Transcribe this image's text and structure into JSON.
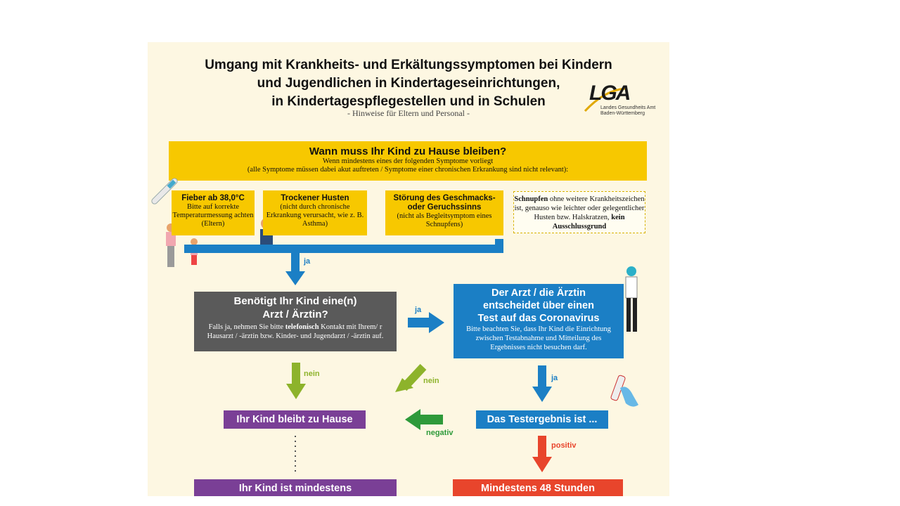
{
  "header": {
    "title_line1": "Umgang mit Krankheits- und Erkältungssymptomen bei Kindern",
    "title_line2": "und Jugendlichen in Kindertageseinrichtungen,",
    "title_line3": "in Kindertagespflegestellen und in Schulen",
    "subtitle": "- Hinweise für Eltern und Personal -"
  },
  "logo": {
    "letters": "LGA",
    "line1": "Landes Gesundheits Amt",
    "line2": "Baden-Württemberg"
  },
  "question": {
    "title": "Wann muss Ihr Kind zu Hause bleiben?",
    "line1": "Wenn mindestens eines der folgenden Symptome vorliegt",
    "line2": "(alle Symptome müssen dabei akut auftreten / Symptome einer chronischen Erkrankung sind nicht relevant):"
  },
  "symptoms": [
    {
      "head": "Fieber ab 38,0°C",
      "text": "Bitte auf korrekte Temperaturmessung achten (Eltern)"
    },
    {
      "head": "Trockener Husten",
      "text": "(nicht durch chronische Erkrankung verursacht, wie z. B. Asthma)"
    },
    {
      "head": "Störung des Geschmacks- oder Geruchssinns",
      "text": "(nicht als Begleitsymptom eines Schnupfens)"
    }
  ],
  "note": {
    "bold1": "Schnupfen",
    "text": " ohne weitere Krankheitszeichen ist, genauso wie leichter oder gelegentlicher Husten bzw. Halskratzen, ",
    "bold2": "kein Ausschlussgrund"
  },
  "doctor_question": {
    "title_line1": "Benötigt Ihr Kind eine(n)",
    "title_line2": "Arzt / Ärztin?",
    "text_before": "Falls ja, nehmen Sie bitte ",
    "text_bold": "telefonisch",
    "text_after": " Kontakt mit Ihrem/ r Hausarzt / -ärztin bzw. Kinder- und Jugendarzt / -ärztin auf."
  },
  "doctor_decides": {
    "title_line1": "Der Arzt / die Ärztin",
    "title_line2": "entscheidet über einen",
    "title_line3": "Test auf das Coronavirus",
    "text": "Bitte beachten Sie, dass Ihr Kind die Einrichtung zwischen Testabnahme und Mitteilung des Ergebnisses nicht besuchen darf."
  },
  "outcomes": {
    "stay_home": "Ihr Kind bleibt zu Hause",
    "test_result": "Das Testergebnis ist ...",
    "at_least": "Ihr Kind ist mindestens",
    "min_48h": "Mindestens 48 Stunden"
  },
  "labels": {
    "ja": "ja",
    "nein": "nein",
    "negativ": "negativ",
    "positiv": "positiv"
  },
  "colors": {
    "yellow": "#f7c800",
    "blue": "#1b7fc5",
    "grey": "#5a5a5a",
    "purple": "#7a3f96",
    "green": "#8db32b",
    "darkgreen": "#2e9a3a",
    "red": "#e8452c"
  }
}
